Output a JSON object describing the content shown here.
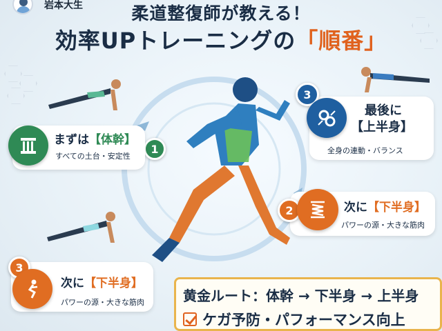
{
  "author": {
    "name": "岩本大生"
  },
  "title": {
    "line1": "柔道整復師が教える！",
    "line2_main": "効率UPトレーニングの",
    "line2_highlight": "「順番」"
  },
  "steps": [
    {
      "number": "1",
      "heading_prefix": "まずは",
      "heading_highlight": "【体幹】",
      "description": "すべての土台・安定性",
      "icon": "pillar-icon",
      "color": "#2f8a55"
    },
    {
      "number": "2",
      "heading_prefix": "次に",
      "heading_highlight": "【下半身】",
      "description": "パワーの源・大きな筋肉",
      "icon": "spring-icon",
      "color": "#e06d22"
    },
    {
      "number": "3",
      "heading_prefix": "最後に",
      "heading_highlight": "【上半身】",
      "description": "全身の連動・バランス",
      "icon": "gears-icon",
      "color": "#1f5fa0"
    },
    {
      "number": "3",
      "heading_prefix": "次に",
      "heading_highlight": "【下半身】",
      "description": "パワーの源・大きな筋肉",
      "icon": "squat-icon",
      "color": "#e06d22"
    }
  ],
  "figure_badge": "1",
  "summary": {
    "route": "黄金ルート：体幹 → 下半身 → 上半身",
    "benefit": "ケガ予防・パフォーマンス向上"
  }
}
